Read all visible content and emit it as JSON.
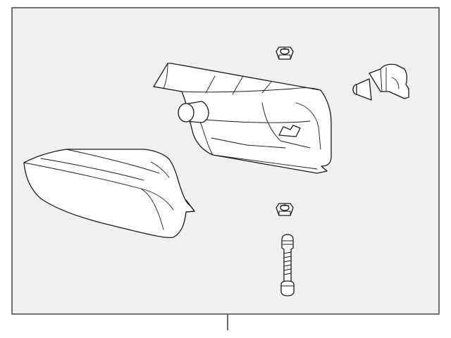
{
  "diagram": {
    "background_color": "#f0f0f0",
    "line_color": "#1a1a1a",
    "parts": [
      {
        "name": "fog-lamp-assembly",
        "icon": "fog-lamp-housing-icon"
      },
      {
        "name": "fog-lamp-lens",
        "icon": "lamp-lens-icon"
      },
      {
        "name": "fog-lamp-bulb",
        "icon": "bulb-icon"
      },
      {
        "name": "upper-mounting-nut",
        "icon": "nut-icon"
      },
      {
        "name": "lower-mounting-nut",
        "icon": "nut-icon"
      },
      {
        "name": "adjusting-screw",
        "icon": "screw-icon"
      }
    ]
  }
}
